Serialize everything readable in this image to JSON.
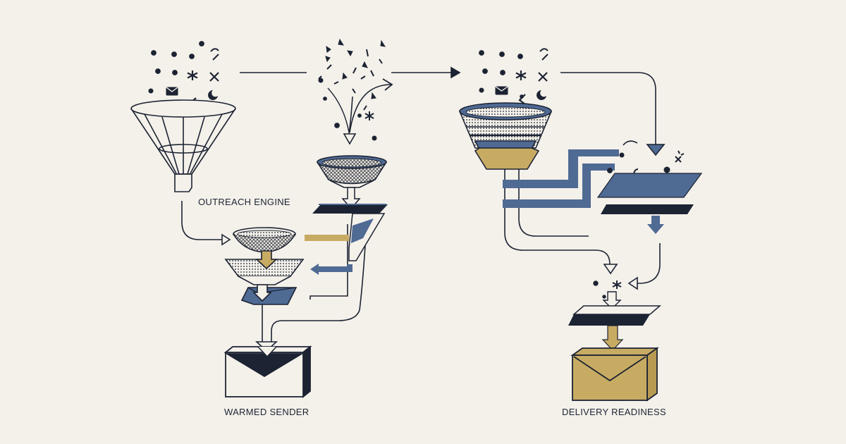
{
  "labels": {
    "outreach_engine": "OUTREACH ENGINE",
    "warmed_sender": "WARMED SENDER",
    "delivery_readiness": "DELIVERY READINESS"
  },
  "icons": {
    "particle_glyphs": [
      "dot",
      "asterisk",
      "cross",
      "crescent",
      "envelope",
      "squiggle",
      "triangle-shard"
    ],
    "input_funnel": "open-wire-funnel-icon",
    "mesh_filter": "mesh-sieve-icon",
    "blade_layer": "slanted-blade-layer-icon",
    "output_box": "envelope-box-icon"
  },
  "colors": {
    "background": "#f4f1ea",
    "ink": "#1c2333",
    "navy": "#4f6a93",
    "gold": "#c8ab63"
  }
}
